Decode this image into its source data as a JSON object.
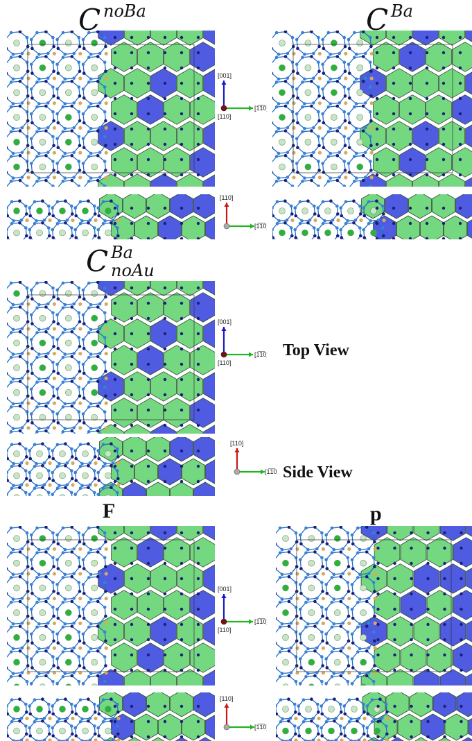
{
  "titles": {
    "c_noba": {
      "base": "C",
      "sup": "noBa"
    },
    "c_ba": {
      "base": "C",
      "sup": "Ba"
    },
    "c_ba_noau": {
      "base": "C",
      "sup": "Ba",
      "sub": "noAu"
    },
    "f": "F",
    "p": "p"
  },
  "view_labels": {
    "top": "Top View",
    "side": "Side View"
  },
  "axes_top": {
    "vertical": "[001]",
    "horizontal": "[1̅1̅0]",
    "origin": "[110]"
  },
  "axes_side": {
    "vertical": "[110]",
    "horizontal": "[1̅1̅0]"
  },
  "colors": {
    "bond": "#1f6fc4",
    "atom_blue": "#3b7fd6",
    "atom_navy": "#1b1e7a",
    "atom_gold": "#d7a95c",
    "atom_green": "#29b33b",
    "atom_pale": "#c9e4c6",
    "poly_green": "#25c23a",
    "poly_blue": "#1a2ad9",
    "axis_blue": "#1a1ac8",
    "axis_green": "#22b422",
    "axis_red": "#c81818"
  }
}
